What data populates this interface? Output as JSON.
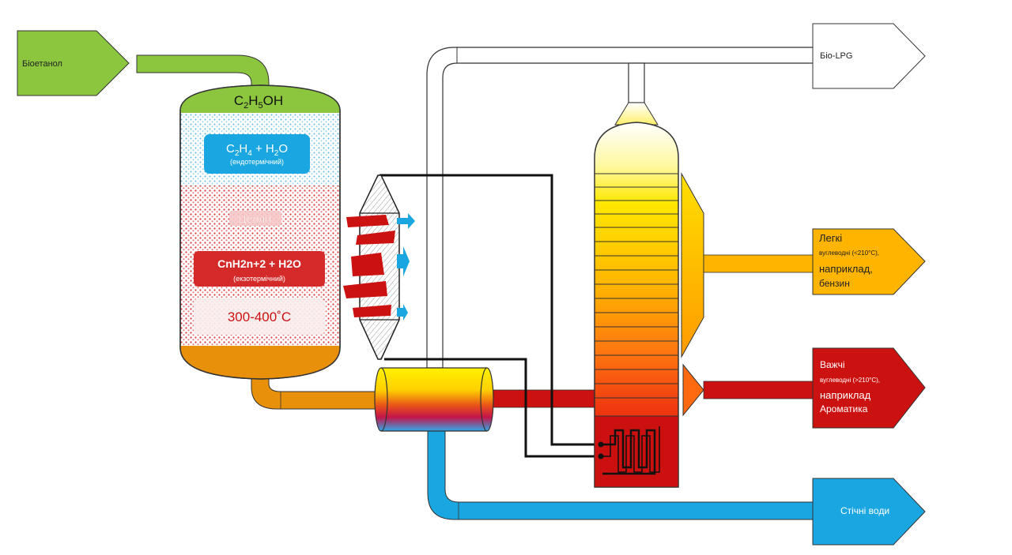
{
  "inputs": {
    "bioethanol": "Біоетанол"
  },
  "reactor": {
    "formula_top_parts": [
      "C",
      "2",
      "H",
      "5",
      "OH"
    ],
    "reaction1": {
      "parts": [
        "C",
        "2",
        "H",
        "4",
        " + H",
        "2",
        "O"
      ],
      "note": "(ендотермічний)"
    },
    "catalyst": "Цеоліт",
    "reaction2": {
      "formula": "CnH2n+2 + H2O",
      "note": "(екзотермічний)"
    },
    "temperature": "300-400˚C"
  },
  "outputs": {
    "bio_lpg": "Біо-LPG",
    "light": {
      "title": "Легкі",
      "sub": "вуглеводні (<210°C),",
      "line3": "наприклад,",
      "line4": "бензин"
    },
    "heavy": {
      "title": "Важчі",
      "sub": "вуглеводні (>210°C),",
      "line3": "наприклад",
      "line4": "Ароматика"
    },
    "wastewater": "Стічні води"
  },
  "colors": {
    "green": "#8cc63f",
    "blue": "#1aa6e0",
    "orange": "#e68a00",
    "red": "#cc1111",
    "yellow": "#ffd400",
    "white": "#ffffff"
  }
}
